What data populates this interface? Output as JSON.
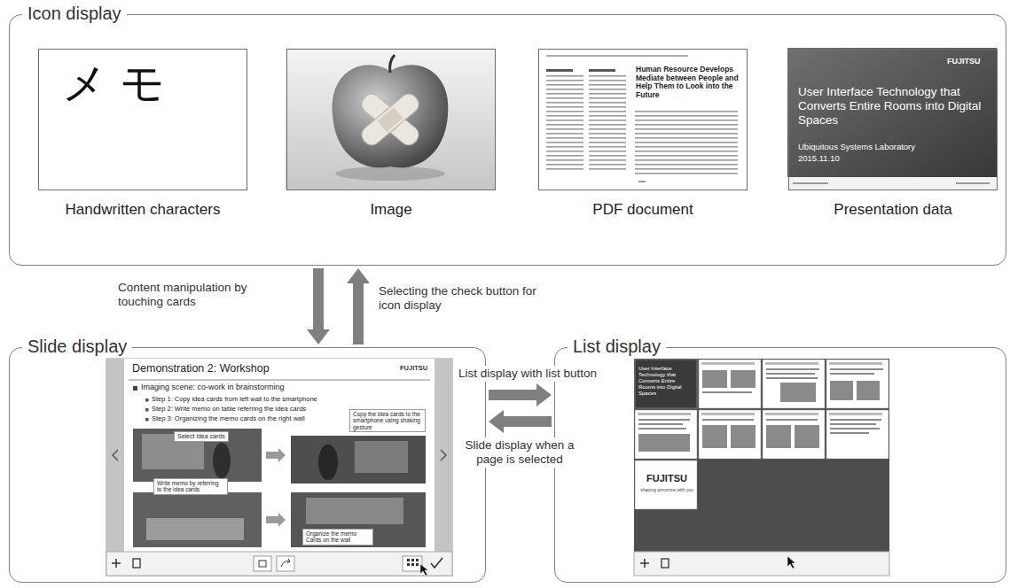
{
  "diagram": {
    "nodes": [
      {
        "text": [
          "Icon display"
        ]
      },
      {
        "text": [
          "メモ",
          "Handwritten characters"
        ],
        "in": 0
      },
      {
        "text": [
          "Image"
        ],
        "in": 0
      },
      {
        "text": [
          "Human Resource Develops Mediate between People and Help Them to Look into the Future",
          "PDF document"
        ],
        "in": 0
      },
      {
        "text": [
          "FUJITSU",
          "User Interface Technology that Converts Entire Rooms into Digital Spaces",
          "Ubiquitous Systems Laboratory",
          "2015.11.10",
          "Presentation data"
        ],
        "in": 0
      },
      {
        "text": [
          "Slide display"
        ]
      },
      {
        "text": [
          "List display"
        ]
      }
    ],
    "edges": [
      {
        "from": 0,
        "to": 5,
        "arrow": "to",
        "label": "Content manipulation by touching cards"
      },
      {
        "from": 5,
        "to": 0,
        "arrow": "to",
        "label": "Selecting the check button for icon display"
      },
      {
        "from": 5,
        "to": 6,
        "arrow": "to",
        "label": "List display with list button"
      },
      {
        "from": 6,
        "to": 5,
        "arrow": "to",
        "label": "Slide display when a page is selected"
      }
    ],
    "labels": [
      "Demonstration 2: Workshop",
      "FUJITSU",
      "Imaging scene: co-work in brainstorming",
      "Step 1: Copy idea cards from left wall to the smartphone",
      "Step 2: Write memo on table referring the idea cards",
      "Step 3: Organizing the memo cards on the right wall",
      "Select idea cards",
      "Copy the idea cards to the smartphone using shaking gesture",
      "Write memo by referring to the idea cards",
      "Organize the memo Cards on the wall",
      "User Interface Technology that Converts Entire Rooms into Digital Spaces",
      "FUJITSU",
      "shaping tomorrow with you"
    ]
  }
}
